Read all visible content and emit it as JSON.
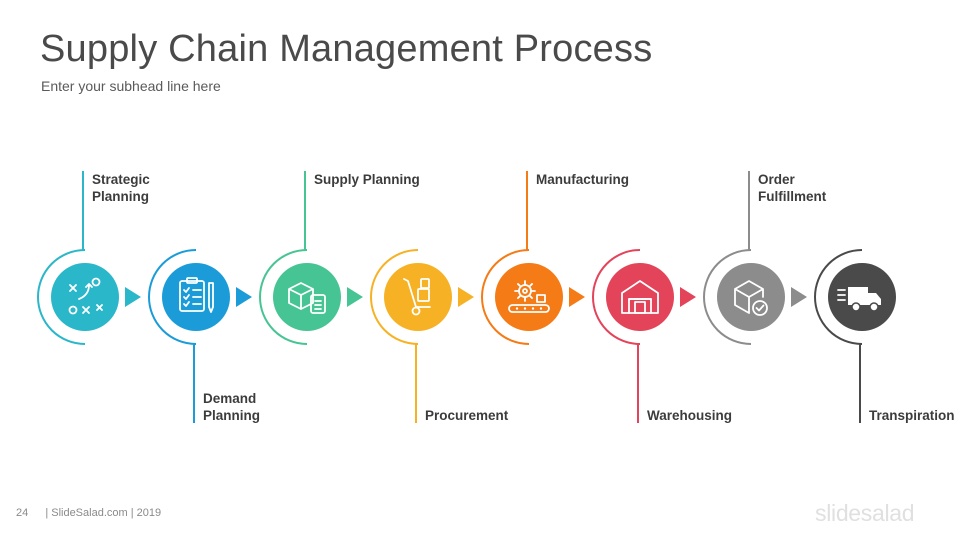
{
  "header": {
    "title": "Supply Chain Management Process",
    "subhead": "Enter your subhead line here"
  },
  "steps": [
    {
      "label": "Strategic\nPlanning",
      "icon": "strategy-icon",
      "color": "#2ab7c9",
      "label_side": "top"
    },
    {
      "label": "Demand\nPlanning",
      "icon": "checklist-icon",
      "color": "#1b9cd8",
      "label_side": "bottom"
    },
    {
      "label": "Supply Planning",
      "icon": "package-list-icon",
      "color": "#47c494",
      "label_side": "top"
    },
    {
      "label": "Procurement",
      "icon": "hand-truck-icon",
      "color": "#f7b125",
      "label_side": "bottom"
    },
    {
      "label": "Manufacturing",
      "icon": "gear-conveyor-icon",
      "color": "#f47b16",
      "label_side": "top"
    },
    {
      "label": "Warehousing",
      "icon": "warehouse-icon",
      "color": "#e3445a",
      "label_side": "bottom"
    },
    {
      "label": "Order\nFulfillment",
      "icon": "box-check-icon",
      "color": "#8c8c8c",
      "label_side": "top"
    },
    {
      "label": "Transpiration",
      "icon": "delivery-truck-icon",
      "color": "#4a4a4a",
      "label_side": "bottom"
    }
  ],
  "footer": {
    "page_number": "24",
    "credit": "| SlideSalad.com | 2019"
  },
  "logo": "slidesalad"
}
